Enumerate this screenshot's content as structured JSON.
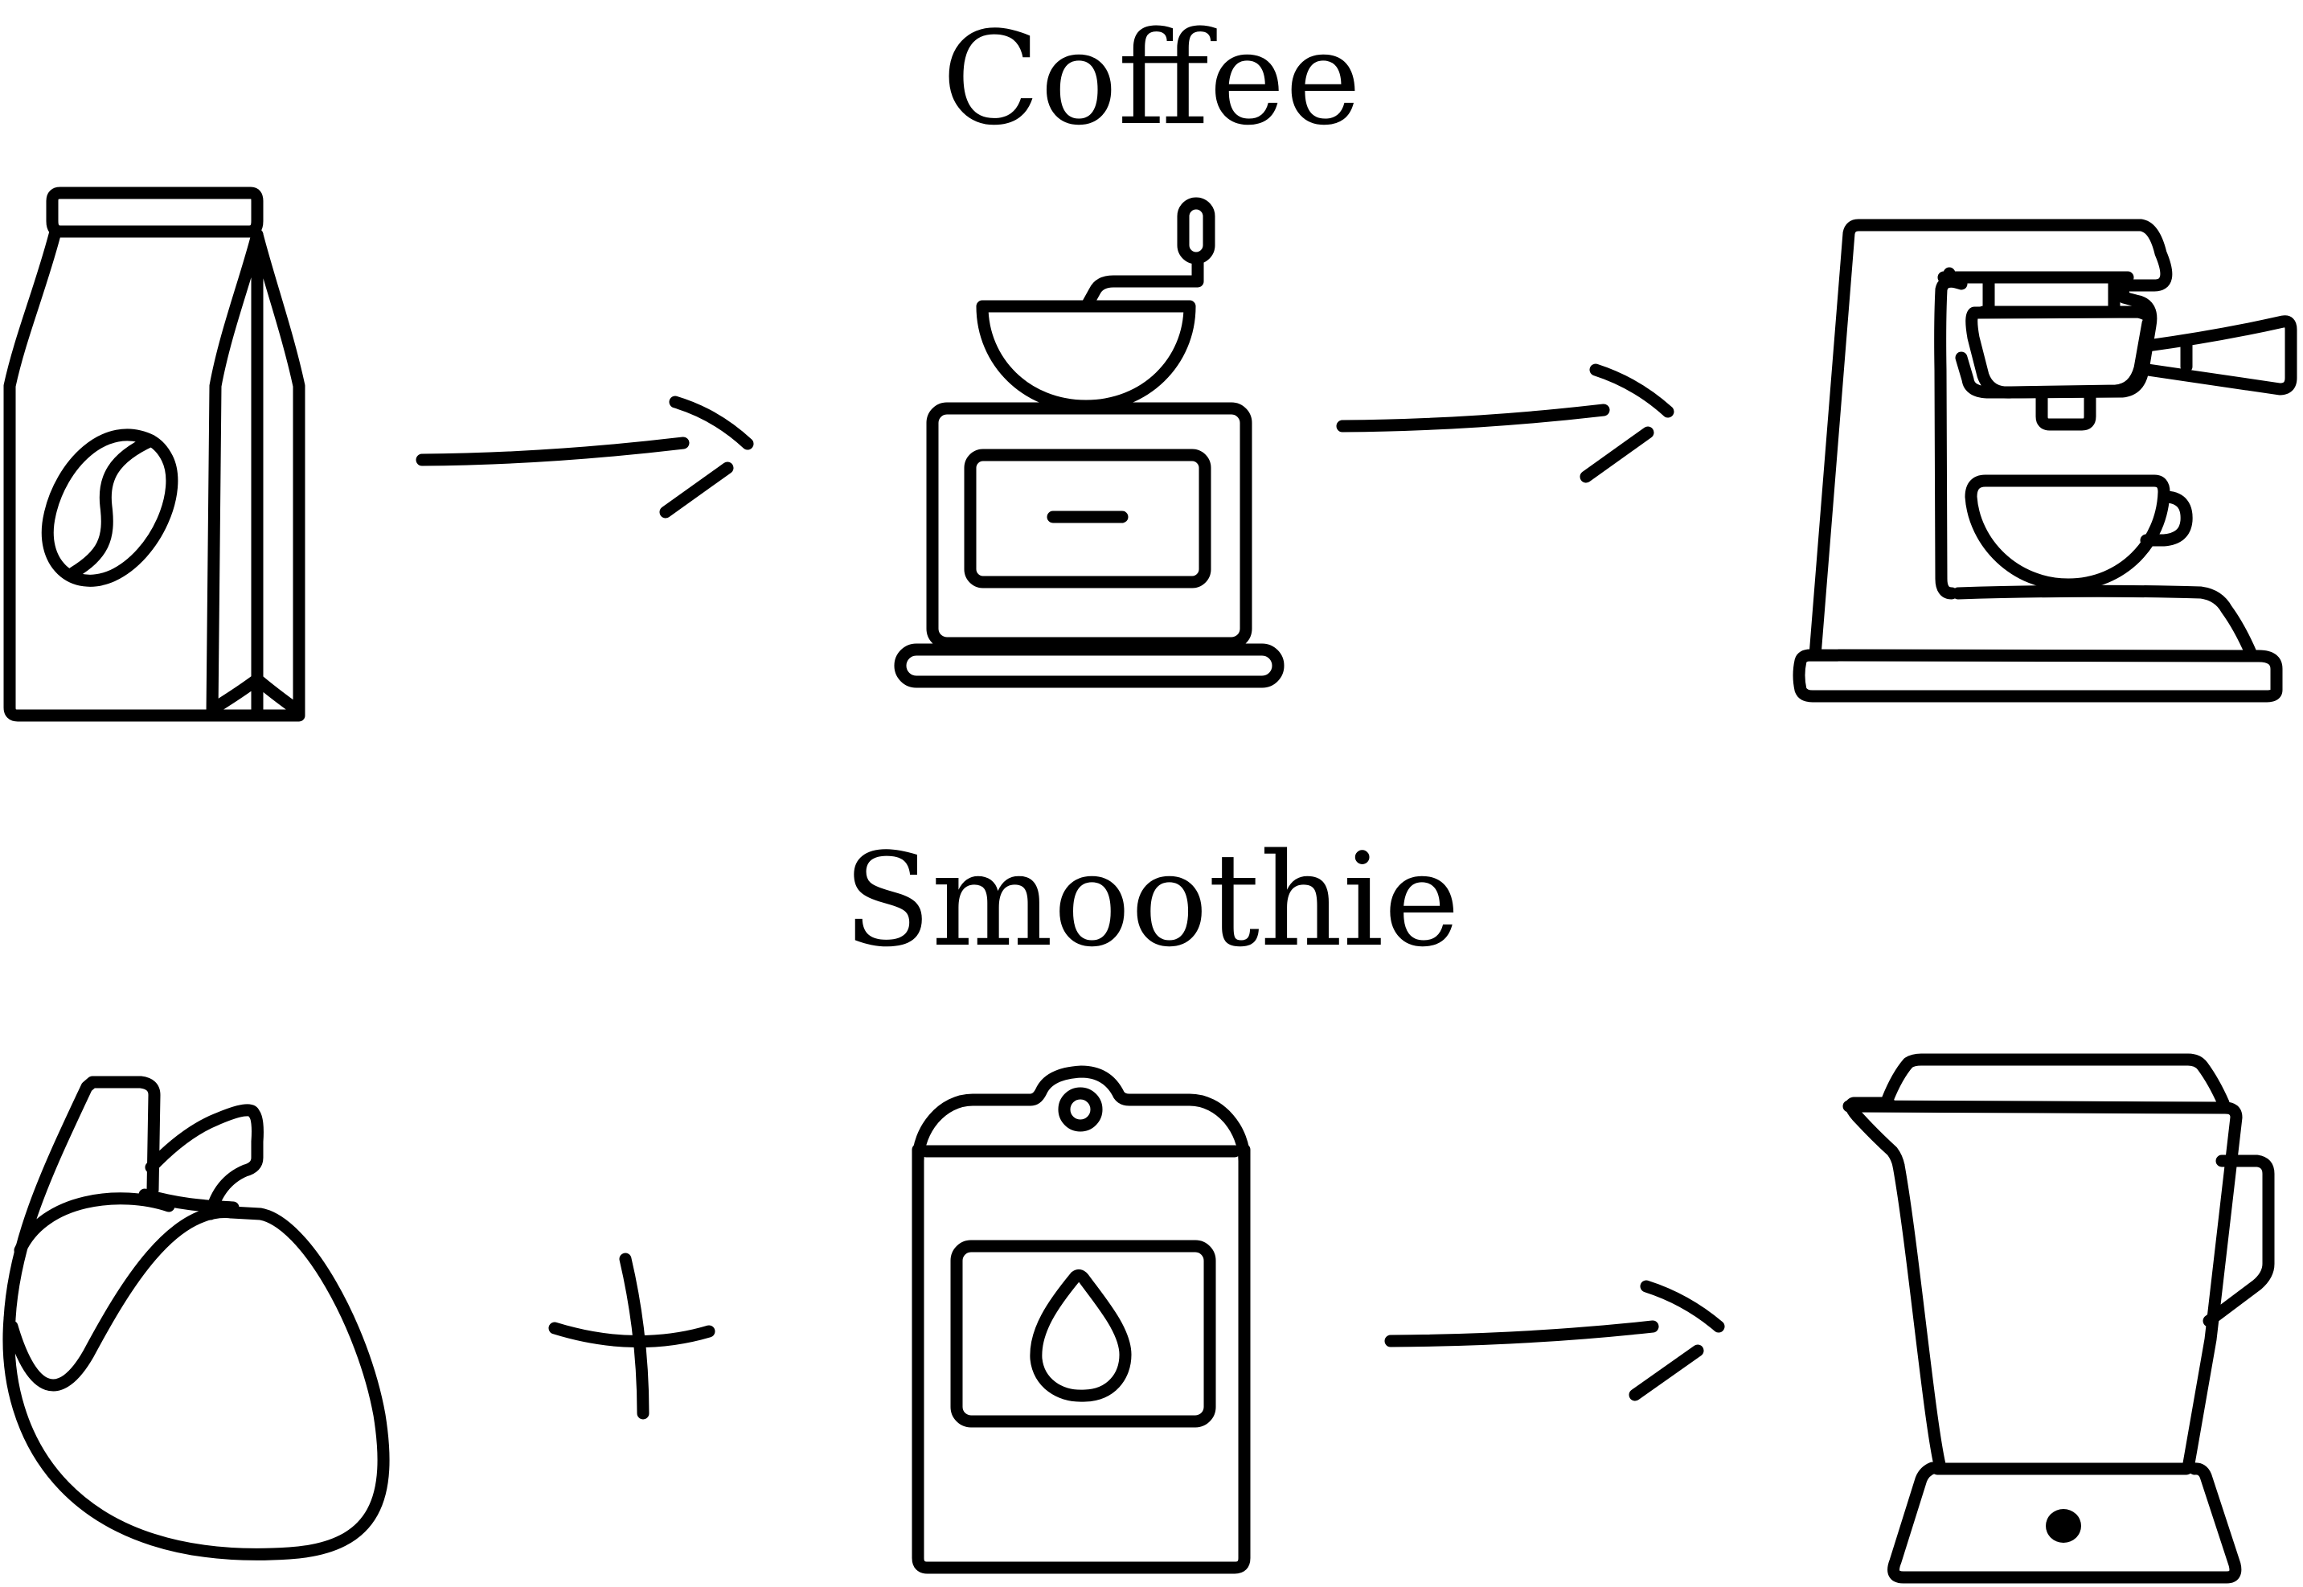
{
  "colors": {
    "ink": "#000000",
    "background": "#ffffff"
  },
  "rows": [
    {
      "title": "Coffee",
      "steps": [
        {
          "icon": "coffee-bag-icon"
        },
        {
          "connector": "arrow"
        },
        {
          "icon": "coffee-grinder-icon"
        },
        {
          "connector": "arrow"
        },
        {
          "icon": "espresso-machine-icon"
        }
      ]
    },
    {
      "title": "Smoothie",
      "steps": [
        {
          "icon": "heart-organ-icon"
        },
        {
          "connector": "plus"
        },
        {
          "icon": "oven-icon"
        },
        {
          "connector": "arrow"
        },
        {
          "icon": "blender-icon"
        }
      ]
    }
  ]
}
